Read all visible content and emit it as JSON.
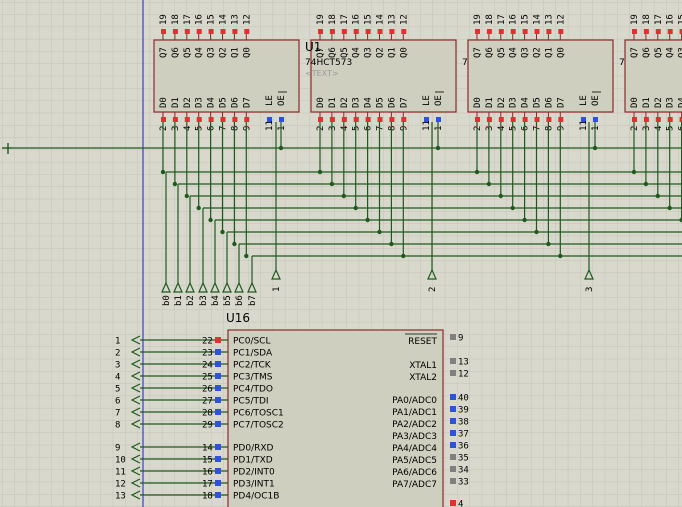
{
  "schematic": {
    "latch_chip": {
      "part": "74HCT573",
      "ref_prefix": "U1",
      "text_placeholder": "<TEXT>",
      "top_pin_numbers": [
        "19",
        "18",
        "17",
        "16",
        "15",
        "14",
        "13",
        "12"
      ],
      "q_labels": [
        "Q7",
        "Q6",
        "Q5",
        "Q4",
        "Q3",
        "Q2",
        "Q1",
        "Q0"
      ],
      "d_labels": [
        "D0",
        "D1",
        "D2",
        "D3",
        "D4",
        "D5",
        "D6",
        "D7"
      ],
      "le_label": "LE",
      "oe_label": "OE",
      "bottom_pin_numbers": [
        "2",
        "3",
        "4",
        "5",
        "6",
        "7",
        "8",
        "9"
      ],
      "le_pin": "11",
      "oe_pin": "1"
    },
    "bus_terminals": [
      "b0",
      "b1",
      "b2",
      "b3",
      "b4",
      "b5",
      "b6",
      "b7"
    ],
    "latch_terminals": [
      "1",
      "2",
      "3"
    ],
    "mcu": {
      "ref": "U16",
      "left_pins": [
        {
          "num": "22",
          "name": "PC0/SCL"
        },
        {
          "num": "23",
          "name": "PC1/SDA"
        },
        {
          "num": "24",
          "name": "PC2/TCK"
        },
        {
          "num": "25",
          "name": "PC3/TMS"
        },
        {
          "num": "26",
          "name": "PC4/TDO"
        },
        {
          "num": "27",
          "name": "PC5/TDI"
        },
        {
          "num": "28",
          "name": "PC6/TOSC1"
        },
        {
          "num": "29",
          "name": "PC7/TOSC2"
        },
        {
          "num": "14",
          "name": "PD0/RXD"
        },
        {
          "num": "15",
          "name": "PD1/TXD"
        },
        {
          "num": "16",
          "name": "PD2/INT0"
        },
        {
          "num": "17",
          "name": "PD3/INT1"
        },
        {
          "num": "18",
          "name": "PD4/OC1B"
        }
      ],
      "right_pins": [
        {
          "num": "9",
          "name": "RESET"
        },
        {
          "num": "13",
          "name": "XTAL1"
        },
        {
          "num": "12",
          "name": "XTAL2"
        },
        {
          "num": "40",
          "name": "PA0/ADC0"
        },
        {
          "num": "39",
          "name": "PA1/ADC1"
        },
        {
          "num": "38",
          "name": "PA2/ADC2"
        },
        {
          "num": "37",
          "name": "PA3/ADC3"
        },
        {
          "num": "36",
          "name": "PA4/ADC4"
        },
        {
          "num": "35",
          "name": "PA5/ADC5"
        },
        {
          "num": "34",
          "name": "PA6/ADC6"
        },
        {
          "num": "33",
          "name": "PA7/ADC7"
        },
        {
          "num": "4",
          "name": ""
        }
      ],
      "left_terminals": [
        "1",
        "2",
        "3",
        "4",
        "5",
        "6",
        "7",
        "8",
        "9",
        "10",
        "11",
        "12",
        "13"
      ]
    },
    "colors": {
      "background": "#d8d8cc",
      "grid": "#c4c4b8",
      "chip_fill": "#cfcfbf",
      "chip_border": "#8b2a2a",
      "wire": "#1e5a1e",
      "pin_red": "#e03030",
      "pin_blue": "#3050e0",
      "pin_gray": "#808080",
      "axis_line": "#2020c0"
    }
  }
}
